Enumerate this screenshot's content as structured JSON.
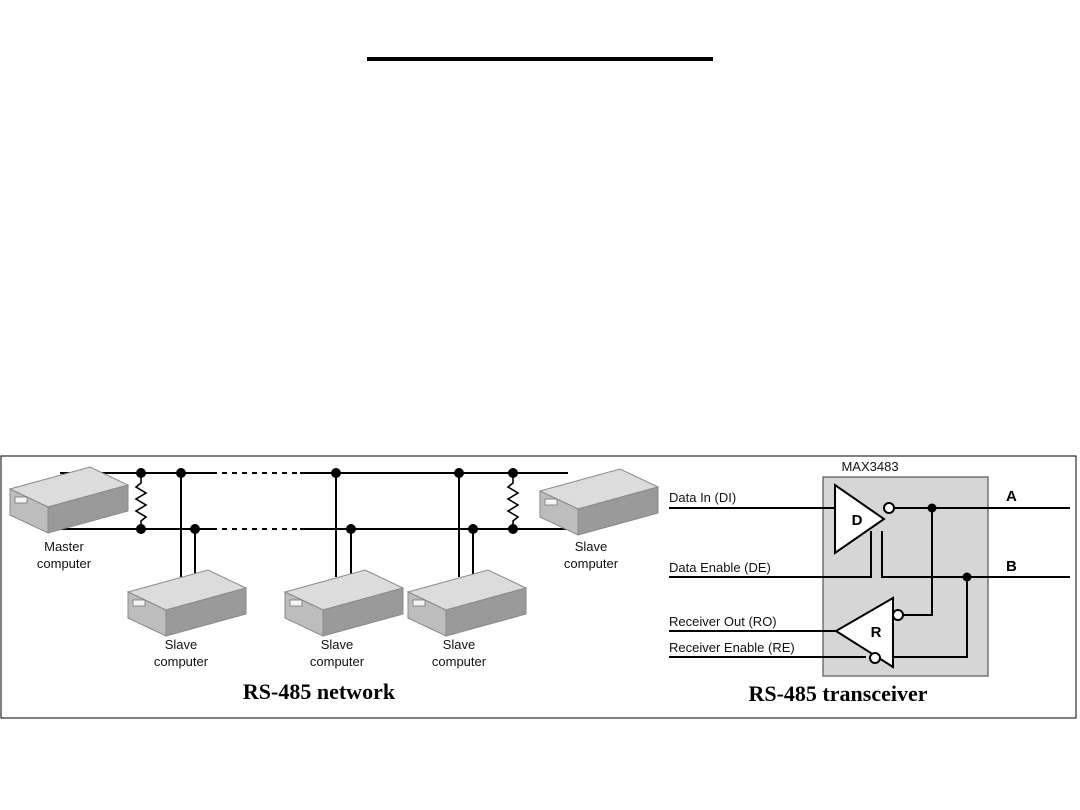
{
  "network": {
    "caption": "RS-485 network",
    "master_label": [
      "Master",
      "computer"
    ],
    "slave_label": [
      "Slave",
      "computer"
    ]
  },
  "transceiver": {
    "caption": "RS-485 transceiver",
    "chip": "MAX3483",
    "driver_letter": "D",
    "receiver_letter": "R",
    "signals": {
      "di": "Data In (DI)",
      "de": "Data Enable (DE)",
      "ro": "Receiver Out (RO)",
      "re": "Receiver Enable (RE)"
    },
    "line_a": "A",
    "line_b": "B"
  },
  "colors": {
    "device_top": "#d9d9d9",
    "device_side": "#9a9a9a",
    "chip_fill": "#d6d6d6"
  }
}
